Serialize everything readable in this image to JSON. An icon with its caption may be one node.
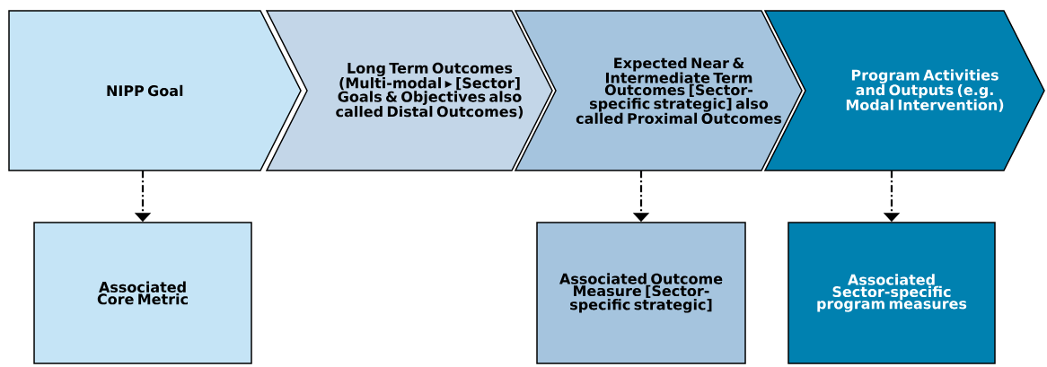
{
  "diagram": {
    "nodes": [
      {
        "text": [
          "NIPP Goal"
        ]
      },
      {
        "text": [
          "Long Term Outcomes (Multi-modal ▸ [Sector] Goals & Objectives also called Distal Outcomes)"
        ]
      },
      {
        "text": [
          "Expected Near & Intermediate Term Outcomes [Sector-specific strategic] also called Proximal Outcomes"
        ]
      },
      {
        "text": [
          "Program Activities and Outputs (e.g. Modal Intervention)"
        ]
      },
      {
        "text": [
          "Associated Core Metric"
        ]
      },
      {
        "text": [
          "Associated Outcome Measure [Sector-specific strategic]"
        ]
      },
      {
        "text": [
          "Associated Sector-specific program measures"
        ]
      }
    ],
    "edges": [
      {
        "from": 0,
        "to": 4,
        "arrow": "to",
        "style": "dashed"
      },
      {
        "from": 2,
        "to": 5,
        "arrow": "to",
        "style": "dashed"
      },
      {
        "from": 3,
        "to": 6,
        "arrow": "to",
        "style": "dashed"
      }
    ]
  }
}
